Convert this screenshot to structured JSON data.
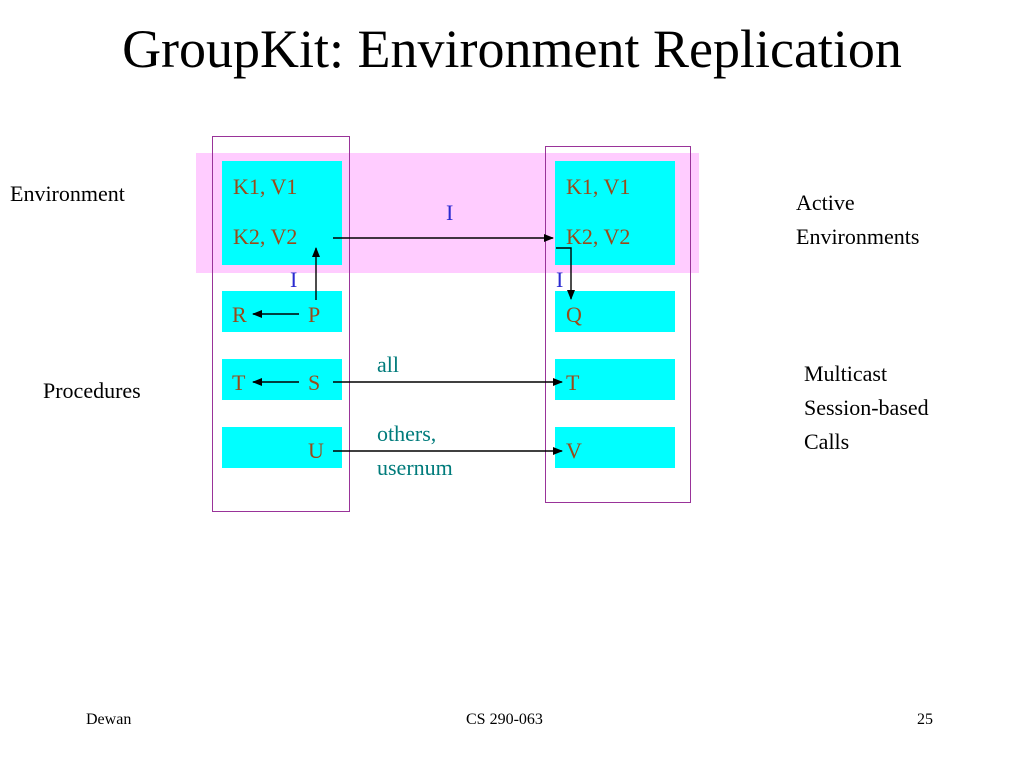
{
  "slide": {
    "title": "GroupKit: Environment Replication",
    "left_labels": {
      "environment": "Environment",
      "procedures": "Procedures"
    },
    "right_labels": {
      "active": [
        "Active",
        "Environments"
      ],
      "multicast": [
        "Multicast",
        "Session-based",
        "Calls"
      ]
    },
    "left_replica": {
      "env": [
        "K1, V1",
        "K2, V2"
      ],
      "r": "R",
      "p": "P",
      "t": "T",
      "s": "S",
      "u": "U",
      "i_mark": "I"
    },
    "right_replica": {
      "env": [
        "K1, V1",
        "K2, V2"
      ],
      "q": "Q",
      "t": "T",
      "v": "V",
      "i_mark": "I"
    },
    "center": {
      "i_mark": "I",
      "all": "all",
      "others": [
        "others,",
        "usernum"
      ]
    },
    "footer": {
      "left": "Dewan",
      "center": "CS 290-063",
      "right": "25"
    },
    "colors": {
      "band": "#ffccff",
      "frame": "#993399",
      "box": "#00ffff",
      "box_text": "#9a4a1a",
      "call_text": "#007b7b",
      "i_text": "#2a2ad0"
    }
  }
}
